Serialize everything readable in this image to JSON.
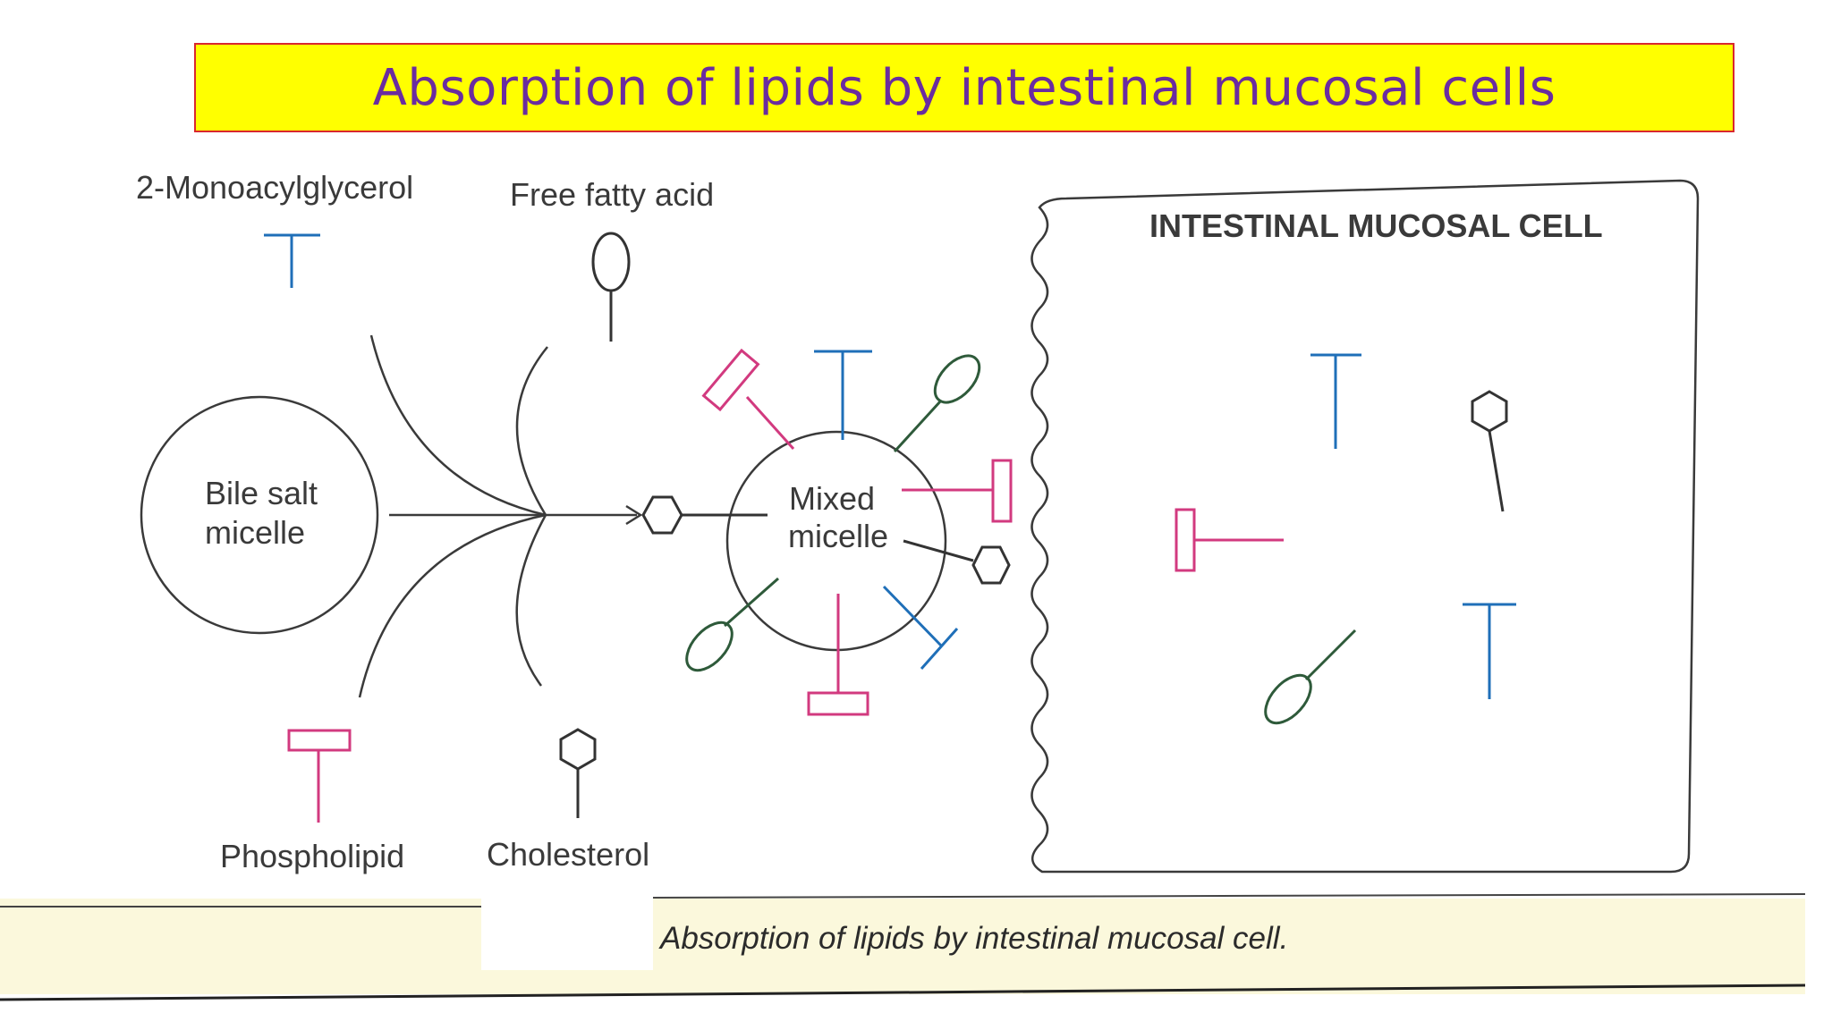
{
  "title": "Absorption of lipids by intestinal mucosal cells",
  "labels": {
    "monoacylglycerol": "2-Monoacylglycerol",
    "free_fatty_acid": "Free fatty acid",
    "bile_salt_micelle_line1": "Bile salt",
    "bile_salt_micelle_line2": "micelle",
    "mixed_micelle_line1": "Mixed",
    "mixed_micelle_line2": "micelle",
    "phospholipid": "Phospholipid",
    "cholesterol": "Cholesterol",
    "intestinal_cell": "INTESTINAL MUCOSAL CELL"
  },
  "caption": "Absorption of lipids by intestinal mucosal cell.",
  "colors": {
    "monoacylglycerol": "#1f6fb8",
    "phospholipid": "#d23a7f",
    "free_fatty_acid": "#2e5a3a",
    "cholesterol": "#333333",
    "title_text": "#6a2ca0",
    "title_bg": "#ffff00"
  }
}
